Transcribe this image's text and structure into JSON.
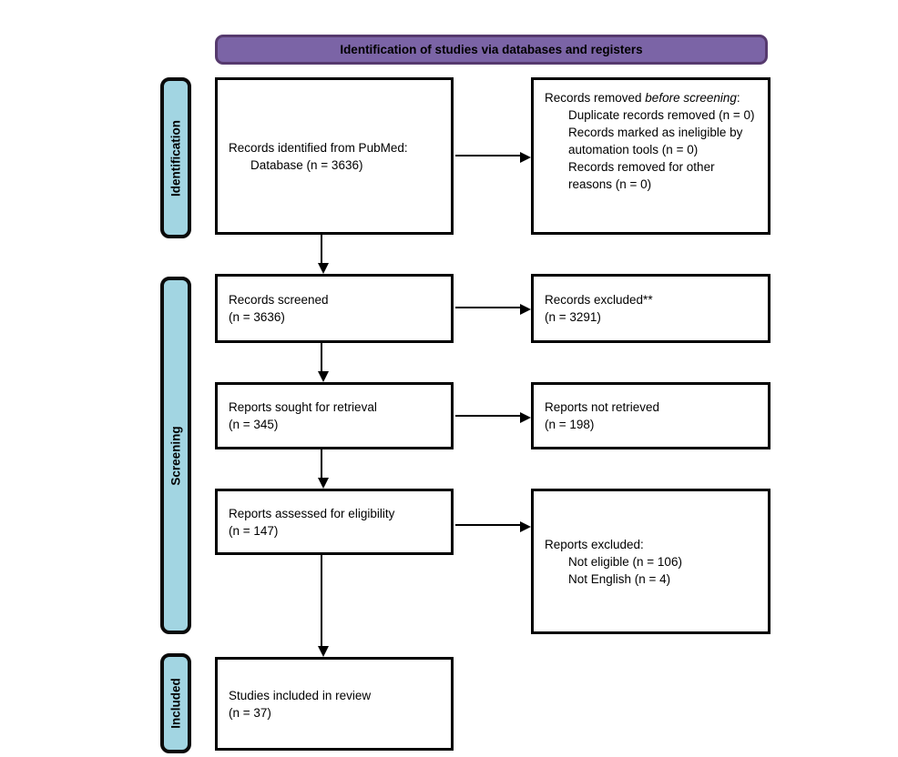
{
  "header": {
    "title": "Identification of studies via databases and registers"
  },
  "sidebar": {
    "identification": "Identification",
    "screening": "Screening",
    "included": "Included"
  },
  "boxes": {
    "records_identified": {
      "lines": [
        "Records identified from PubMed:",
        "Database (n = 3636)"
      ]
    },
    "records_removed": {
      "lead": "Records removed ",
      "lead_italic": "before screening",
      "lead_suffix": ":",
      "items": [
        "Duplicate records removed (n = 0)",
        "Records marked as ineligible by automation tools (n = 0)",
        "Records removed for other reasons (n = 0)"
      ]
    },
    "records_screened": {
      "lines": [
        "Records screened",
        "(n = 3636)"
      ]
    },
    "records_excluded": {
      "lines": [
        "Records excluded**",
        "(n = 3291)"
      ]
    },
    "reports_sought": {
      "lines": [
        "Reports sought for retrieval",
        "(n = 345)"
      ]
    },
    "reports_not_retrieved": {
      "lines": [
        "Reports not retrieved",
        "(n = 198)"
      ]
    },
    "reports_assessed": {
      "lines": [
        "Reports assessed for eligibility",
        "(n = 147)"
      ]
    },
    "reports_excluded": {
      "lead": "Reports excluded:",
      "items": [
        "Not eligible (n = 106)",
        "Not English (n = 4)"
      ]
    },
    "studies_included": {
      "lines": [
        "Studies included in review",
        "(n = 37)"
      ]
    }
  },
  "colors": {
    "banner_fill": "#7b64a6",
    "banner_border": "#563a6e",
    "stage_fill": "#a2d5e2",
    "box_border": "#000000"
  }
}
